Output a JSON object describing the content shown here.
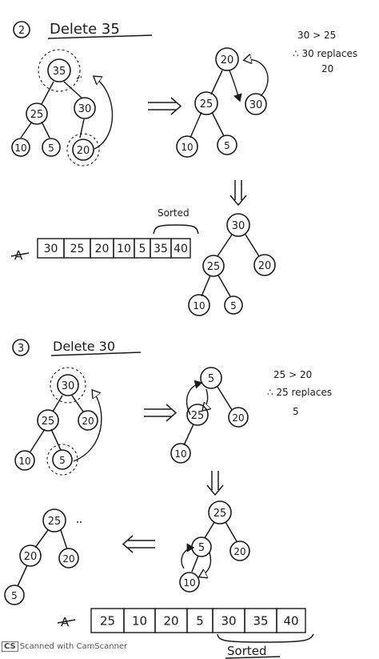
{
  "colors": {
    "ink": "#1a1a1a",
    "paper": "#ffffff",
    "footer": "#555555"
  },
  "step1": {
    "number": "2",
    "title": "Delete 35",
    "note_lines": [
      "30 > 25",
      "∴ 30 replaces",
      "20"
    ],
    "tree_before": {
      "root": "35",
      "left": "25",
      "right": "30",
      "ll": "10",
      "lr": "5",
      "rl": "20"
    },
    "tree_swapped": {
      "root": "20",
      "left": "25",
      "right": "30",
      "ll": "10",
      "lr": "5"
    },
    "tree_after": {
      "root": "30",
      "left": "25",
      "right": "20",
      "ll": "10",
      "lr": "5"
    },
    "array_label": "A",
    "array": [
      "30",
      "25",
      "20",
      "10",
      "5",
      "35",
      "40"
    ],
    "sorted_label": "Sorted"
  },
  "step2": {
    "number": "3",
    "title": "Delete 30",
    "note_lines": [
      "25 > 20",
      "∴ 25 replaces",
      "5"
    ],
    "tree_before": {
      "root": "30",
      "left": "25",
      "right": "20",
      "ll": "10",
      "lr": "5"
    },
    "tree_swap1": {
      "root": "5",
      "left": "25",
      "right": "20",
      "ll": "10"
    },
    "tree_swap2": {
      "root": "25",
      "left": "5",
      "right": "20",
      "ll": "10"
    },
    "tree_final": {
      "root": "25",
      "left": "20",
      "right": "20",
      "ll": "5"
    },
    "array_label": "A",
    "array": [
      "25",
      "10",
      "20",
      "5",
      "30",
      "35",
      "40"
    ],
    "sorted_label": "Sorted"
  },
  "footer": {
    "logo": "CS",
    "text": "Scanned with CamScanner"
  }
}
